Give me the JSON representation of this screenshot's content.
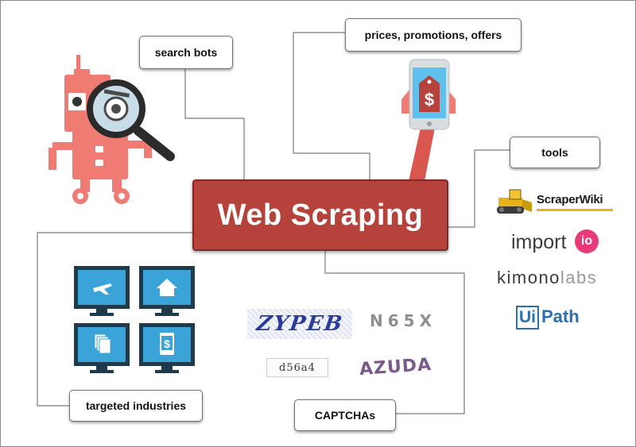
{
  "center": {
    "title": "Web Scraping"
  },
  "nodes": {
    "search_bots": "search bots",
    "prices": "prices, promotions, offers",
    "tools": "tools",
    "targeted_industries": "targeted industries",
    "captchas": "CAPTCHAs"
  },
  "tools_logos": {
    "scraperwiki": "ScraperWiki",
    "import_text": "import",
    "import_io": "io",
    "kimono": "kimono",
    "kimono_labs": "labs",
    "uipath_ui": "Ui",
    "uipath_path": "Path"
  },
  "captcha_samples": {
    "sample1": "ZYPEB",
    "sample2": "N65X",
    "sample3": "d56a4",
    "sample4": "AZUDA"
  },
  "icons": {
    "price_tag_symbol": "$",
    "tablet_symbol": "$"
  },
  "colors": {
    "accent_red": "#b5433c",
    "robot_salmon": "#ef7b72",
    "monitor_blue": "#3aa3d8",
    "monitor_dark": "#1f3a4a",
    "import_io_pink": "#e8397a",
    "uipath_blue": "#2a6fb0"
  }
}
